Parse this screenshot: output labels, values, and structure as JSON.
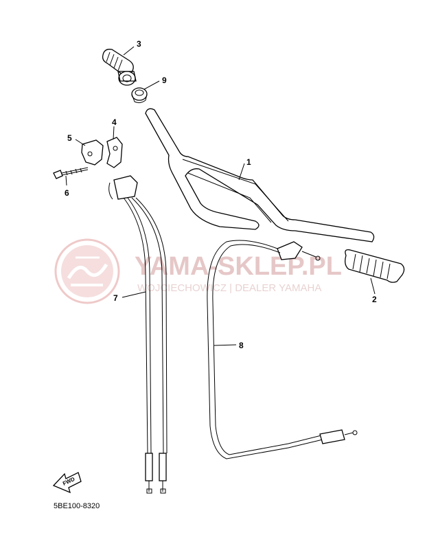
{
  "watermark": {
    "title": "YAMA-SKLEP.PL",
    "subtitle": "WOJCIECHOWICZ | DEALER YAMAHA",
    "logo_icon": "yamaha-tuning-fork-icon",
    "color": "#e8c4c4"
  },
  "callouts": [
    {
      "number": "1"
    },
    {
      "number": "2"
    },
    {
      "number": "3"
    },
    {
      "number": "4"
    },
    {
      "number": "5"
    },
    {
      "number": "6"
    },
    {
      "number": "7"
    },
    {
      "number": "8"
    },
    {
      "number": "9"
    }
  ],
  "fwd_label": "FWD",
  "diagram_code": "5BE100-8320"
}
